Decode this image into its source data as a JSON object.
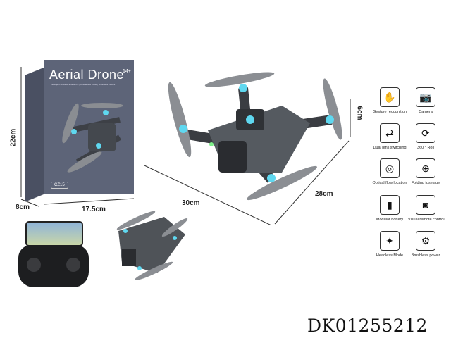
{
  "box": {
    "title": "Aerial Drone",
    "age": "14+",
    "model": "CZ15",
    "subtitle": "Intelligent obstacle avoidance | Optical flow hover | Brushless motors"
  },
  "dimensions": {
    "box_height": "22cm",
    "box_depth": "8cm",
    "box_width": "17.5cm",
    "drone_length": "30cm",
    "drone_width": "28cm",
    "drone_height": "6cm"
  },
  "features": [
    {
      "label": "Gesture recognition",
      "icon": "hand-icon",
      "glyph": "✋"
    },
    {
      "label": "Camera",
      "icon": "camera-icon",
      "glyph": "📷"
    },
    {
      "label": "Dual lens switching",
      "icon": "dual-lens-icon",
      "glyph": "⇄"
    },
    {
      "label": "360 ° Roll",
      "icon": "roll-360-icon",
      "glyph": "⟳"
    },
    {
      "label": "Optical flow location",
      "icon": "optical-flow-icon",
      "glyph": "◎"
    },
    {
      "label": "Folding fuselage",
      "icon": "folding-icon",
      "glyph": "⊕"
    },
    {
      "label": "Modular bottery",
      "icon": "battery-icon",
      "glyph": "▮"
    },
    {
      "label": "Visual remote control",
      "icon": "vr-goggles-icon",
      "glyph": "◙"
    },
    {
      "label": "Headless Mode",
      "icon": "compass-icon",
      "glyph": "✦"
    },
    {
      "label": "Brushless power",
      "icon": "motor-icon",
      "glyph": "⚙"
    }
  ],
  "product_code": "DK01255212",
  "colors": {
    "box": "#5d6478",
    "drone": "#4f5358",
    "led": "#5fd8f0"
  }
}
